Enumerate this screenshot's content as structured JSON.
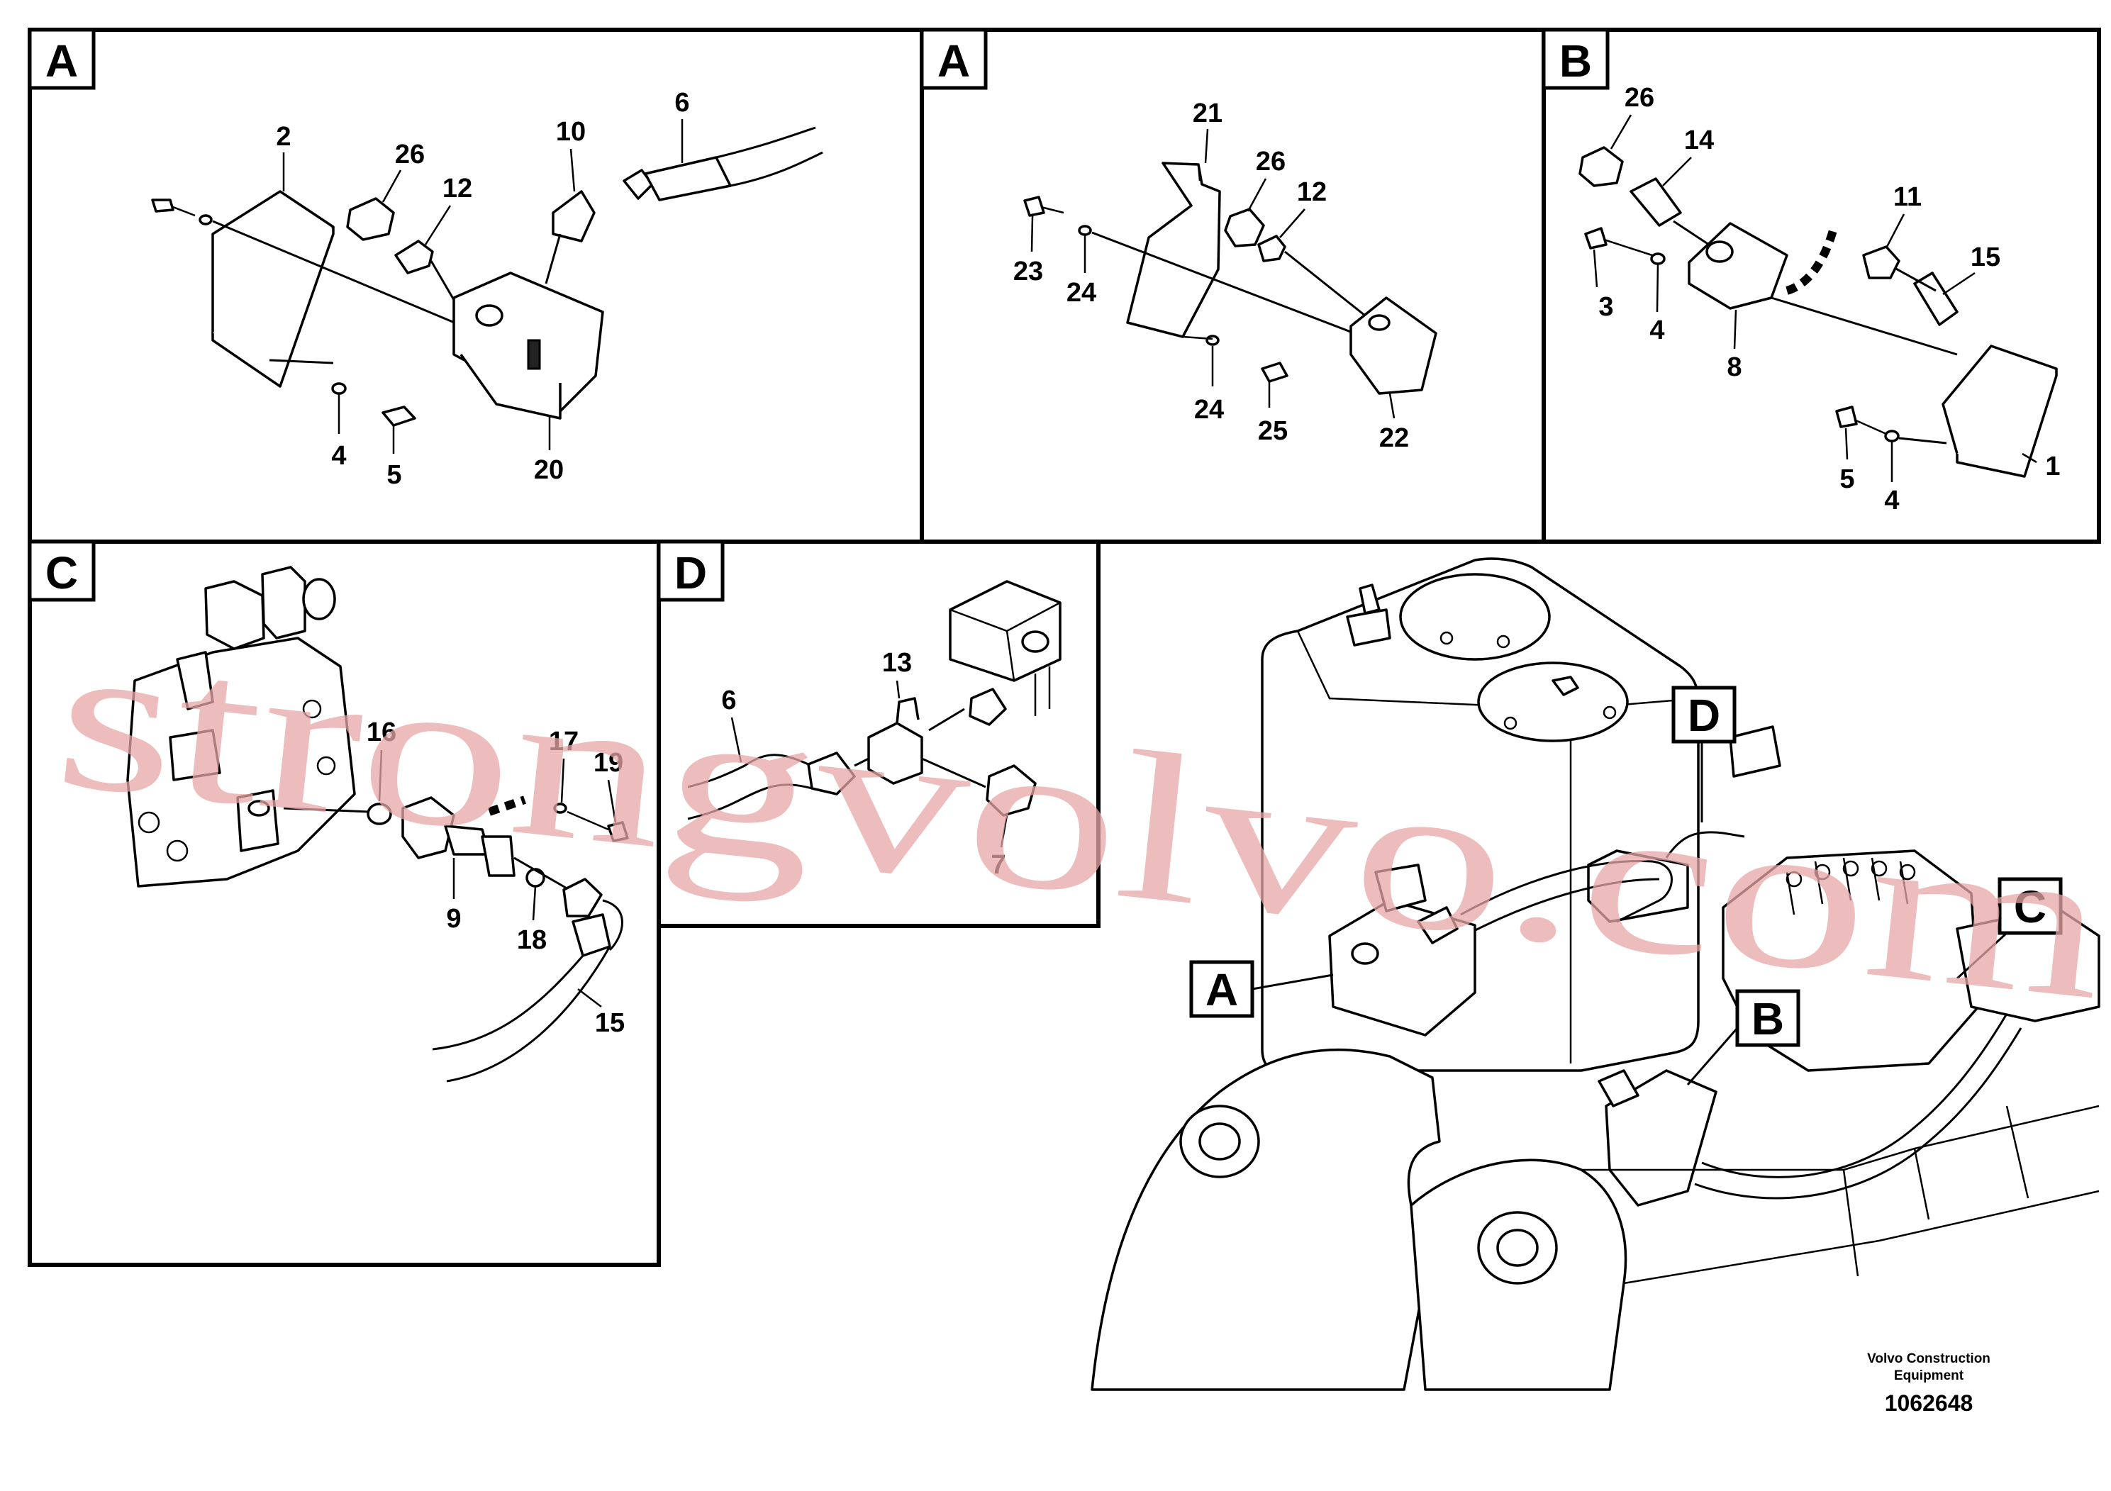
{
  "panels": {
    "a1": {
      "tag": "A",
      "labels": {
        "n2": "2",
        "n26": "26",
        "n12": "12",
        "n10": "10",
        "n6": "6",
        "n4": "4",
        "n5": "5",
        "n20": "20"
      }
    },
    "a2": {
      "tag": "A",
      "labels": {
        "n21": "21",
        "n26": "26",
        "n12": "12",
        "n23": "23",
        "n24a": "24",
        "n24b": "24",
        "n25": "25",
        "n22": "22"
      }
    },
    "b": {
      "tag": "B",
      "labels": {
        "n26": "26",
        "n14": "14",
        "n11": "11",
        "n15": "15",
        "n3": "3",
        "n4a": "4",
        "n8": "8",
        "n1": "1",
        "n5": "5",
        "n4b": "4"
      }
    },
    "c": {
      "tag": "C",
      "labels": {
        "n16": "16",
        "n17": "17",
        "n19": "19",
        "n9": "9",
        "n18": "18",
        "n15": "15"
      }
    },
    "d": {
      "tag": "D",
      "labels": {
        "n13": "13",
        "n6": "6",
        "n7": "7"
      }
    }
  },
  "overview": {
    "callouts": {
      "a": "A",
      "b": "B",
      "c": "C",
      "d": "D"
    }
  },
  "footer": {
    "company_line1": "Volvo Construction",
    "company_line2": "Equipment",
    "drawing_number": "1062648"
  },
  "watermark": "strongvolvo.com"
}
